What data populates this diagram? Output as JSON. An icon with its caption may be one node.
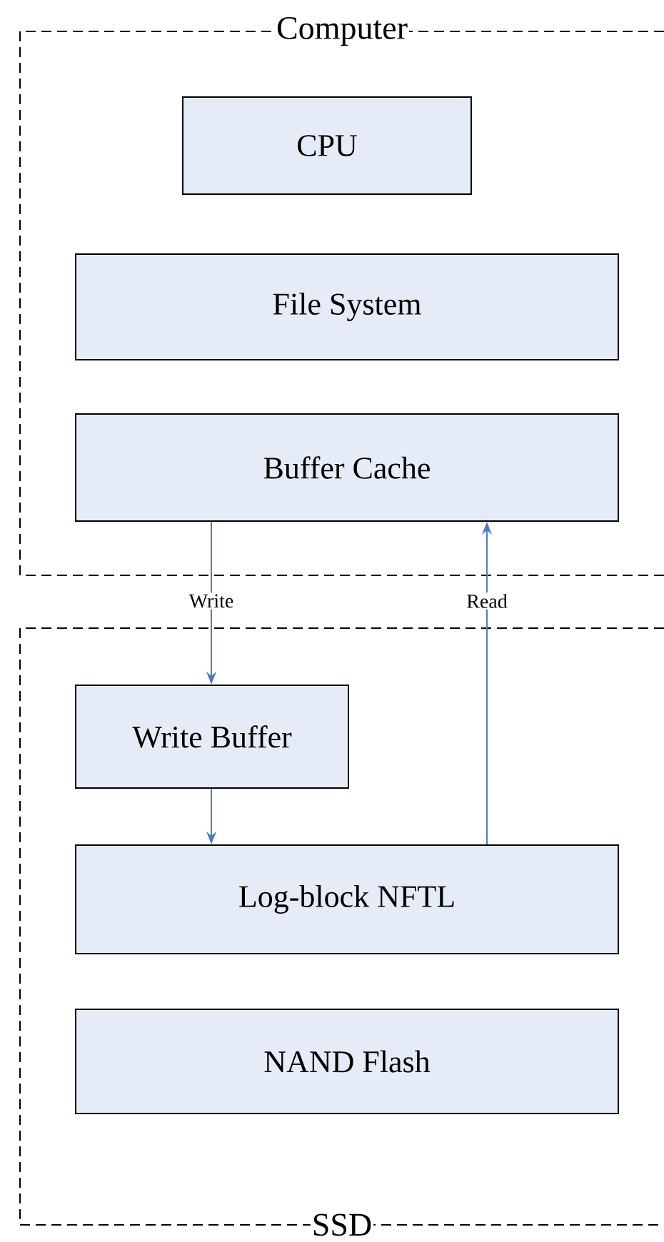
{
  "diagram": {
    "nodes": [
      {
        "text": [
          "Computer"
        ]
      },
      {
        "text": [
          "CPU"
        ],
        "in": 0
      },
      {
        "text": [
          "File System"
        ],
        "in": 0
      },
      {
        "text": [
          "Buffer Cache"
        ],
        "in": 0
      },
      {
        "text": [
          "SSD"
        ]
      },
      {
        "text": [
          "Write Buffer"
        ],
        "in": 4
      },
      {
        "text": [
          "Log-block NFTL"
        ],
        "in": 4
      },
      {
        "text": [
          "NAND Flash"
        ],
        "in": 4
      }
    ],
    "edges": [
      {
        "from": 3,
        "to": 5,
        "arrow": "to",
        "label": "Write"
      },
      {
        "from": 5,
        "to": 6,
        "arrow": "to"
      },
      {
        "from": 6,
        "to": 3,
        "arrow": "to",
        "label": "Read"
      }
    ]
  }
}
